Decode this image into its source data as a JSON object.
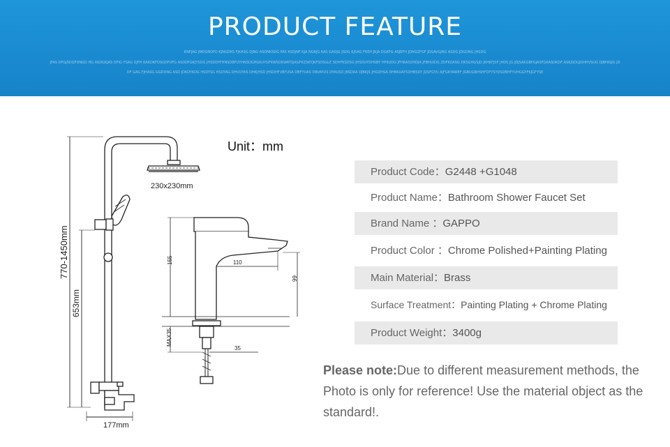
{
  "banner": {
    "title": "PRODUCT FEATURE",
    "subtitle_line1": "KNFJAG JMDGNOFD KJNGDKS FJKASG DJNG ASDNKSDG FAS KSDJNF KJA NGKJG KAS GADJG JSDG KJSAG FKEH JKJA DGKFG ASJEFH JDNGZFGF JDSAVGJNG ASDG JDGDNG JHSDG",
    "subtitle_line2": "JFAS DFGJSDGFDNGD HG ASDGKJAS DFIG YSAG DJFH KAKDKFDSGDFUFG ASDDFGKJYSDG JHSDDYFHNSDBFUYHNSDGHGKUYGFKWSDKWATSJKGFKZSKYJKFSDSGLE SDHFKSDSG JHSDUYDHSBY HFKUDG JFHKASDHDJA JFBHUIDG ZDFKUASG DKSGHGSJD JKHKFJSF JHDS JG JDJSAKGBFGJASFGKASDKDF,ASKJSDGJDHHVSUG DJBFASJG JD",
    "subtitle_line3": "DF GAG FJHASG GGDDNG ASD JDKDYKDG HSDYSG HSDYAG DHVUYAS DHKJHSD JHSDHFVBYUSA DBFYUAS DBVAYUS DYAUSD JBSDKA DJBKJS JHGDHSA DHBKUAYSDHBSDY JDSFGYU AJFGKYAWEF JGBUGBHSHFDFYSYDSDBHFYUHGGYFKJGFYSE"
  },
  "drawing": {
    "unit": "Unit：mm",
    "shower_head_size": "230x230mm",
    "total_height": "770-1450mm",
    "mixer_height": "653mm",
    "base_width": "177mm",
    "faucet_height": "155",
    "spout_reach": "110",
    "spout_height": "99",
    "max_thickness": "MAX35",
    "hole_diameter": "35"
  },
  "specs": [
    {
      "label": "Product Code：",
      "value": "G2448 +G1048"
    },
    {
      "label": "Product Name：",
      "value": "Bathroom Shower Faucet Set"
    },
    {
      "label": "Brand Name ：",
      "value": "GAPPO"
    },
    {
      "label": "Product Color ：",
      "value": "Chrome Polished+Painting Plating"
    },
    {
      "label": "Main Material：",
      "value": "Brass"
    },
    {
      "label": "Surface Treatment：",
      "value": "Painting Plating + Chrome Plating"
    },
    {
      "label": "Product Weight：",
      "value": "3400g"
    }
  ],
  "note": {
    "head": "Please note:",
    "body": "Due to different measurement methods, the Photo is only for reference! Use the material object as the standard!."
  }
}
